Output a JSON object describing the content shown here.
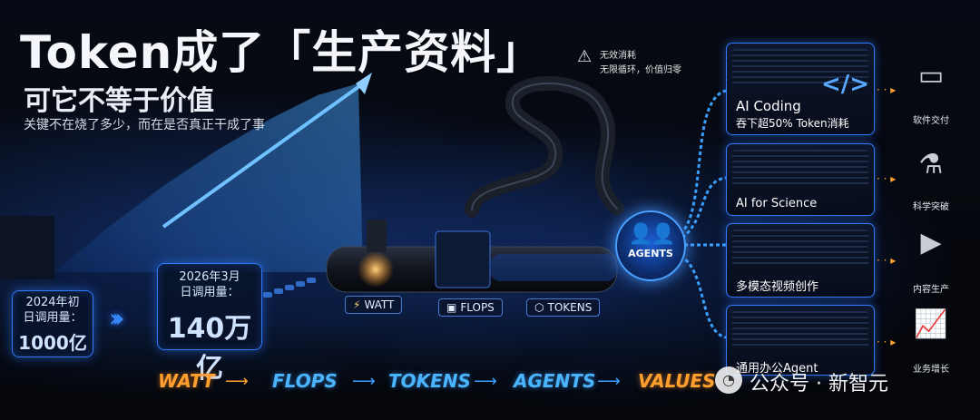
{
  "header": {
    "title": "Token成了「生产资料」",
    "subtitle": "可它不等于价值",
    "tagline": "关键不在烧了多少，而在是否真正干成了事"
  },
  "stats": {
    "early": {
      "line1": "2024年初",
      "line2": "日调用量：",
      "value": "1000亿"
    },
    "recent": {
      "line1": "2026年3月",
      "line2": "日调用量：",
      "value": "140万亿"
    }
  },
  "warning": {
    "icon": "warning-icon",
    "line1": "无效消耗",
    "line2": "无限循环，价值归零"
  },
  "pipeline": {
    "watt": "WATT",
    "flops": "FLOPS",
    "tokens": "TOKENS",
    "agents": "AGENTS"
  },
  "panels": [
    {
      "title": "AI Coding",
      "subtitle": "吞下超50% Token消耗",
      "output": "软件交付",
      "icon": "code-icon"
    },
    {
      "title": "AI for Science",
      "output": "科学突破",
      "icon": "flask-icon"
    },
    {
      "title": "多模态视频创作",
      "output": "内容生产",
      "icon": "clapperboard-icon"
    },
    {
      "title": "通用办公Agent",
      "output": "业务增长",
      "icon": "growth-chart-icon"
    }
  ],
  "flow": [
    "WATT",
    "FLOPS",
    "TOKENS",
    "AGENTS",
    "VALUES"
  ],
  "watermark": {
    "text": "公众号 · 新智元"
  },
  "colors": {
    "accent_blue": "#2f7bff",
    "accent_orange": "#ff9f2e",
    "background": "#05070d"
  }
}
